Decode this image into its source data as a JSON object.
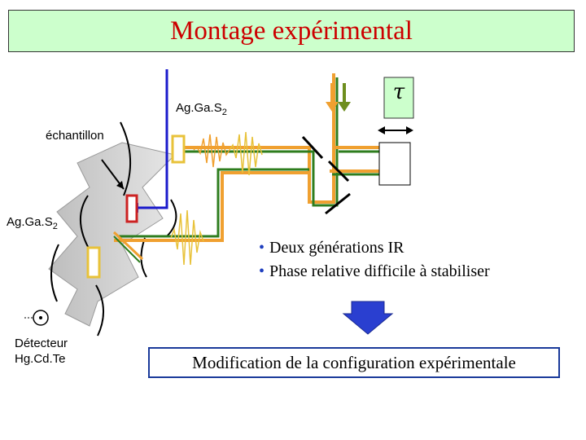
{
  "title": "Montage expérimental",
  "labels": {
    "crystal_top": "Ag.Ga.S",
    "crystal_top_sub": "2",
    "sample": "échantillon",
    "crystal_left": "Ag.Ga.S",
    "crystal_left_sub": "2",
    "detector_line1": "Détecteur",
    "detector_line2": "Hg.Cd.Te",
    "delay_symbol": "τ"
  },
  "bullets": [
    "Deux générations IR",
    "Phase relative difficile à stabiliser"
  ],
  "result": "Modification de la configuration expérimentale",
  "colors": {
    "title_text": "#cc0000",
    "title_bg": "#ccffcc",
    "beam_orange": "#f0a030",
    "beam_green": "#2e7d1e",
    "beam_blue": "#1a1acc",
    "arrow_blue": "#2a3fd0",
    "crystal_yellow": "#e8c23a",
    "crystal_red": "#cc2222",
    "delay_box": "#ccffcc"
  }
}
